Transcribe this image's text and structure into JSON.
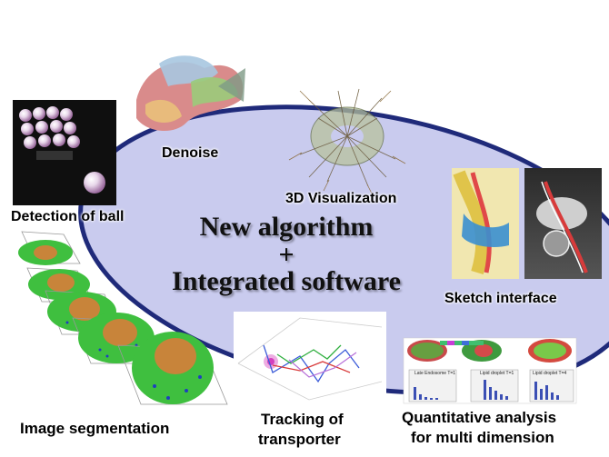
{
  "center": {
    "line1": "New algorithm",
    "line2": "+",
    "line3": "Integrated software"
  },
  "labels": {
    "detection": "Detection of ball",
    "denoise": "Denoise",
    "visualization": "3D Visualization",
    "sketch": "Sketch interface",
    "segmentation": "Image segmentation",
    "tracking_1": "Tracking of",
    "tracking_2": "transporter",
    "quant_1": "Quantitative analysis",
    "quant_2": "for multi dimension"
  },
  "mini_charts": {
    "chart1_title": "Late Endosome T=1",
    "chart2_title": "Lipid droplet T=1",
    "chart3_title": "Lipid droplet T=4"
  },
  "colors": {
    "ellipse_fill": "#c9cbee",
    "ellipse_stroke": "#1f2a7a",
    "segmentation_green": "#3fbf3f",
    "nucleus_orange": "#c8843a"
  }
}
